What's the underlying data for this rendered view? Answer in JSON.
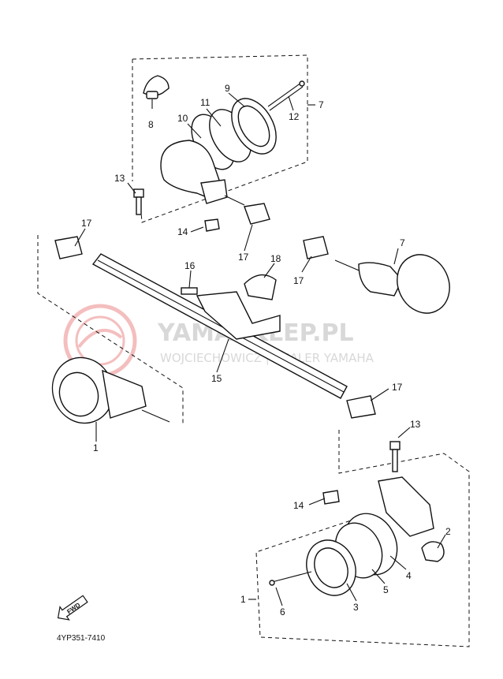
{
  "watermark": {
    "brand": "YAMASKLEP.PL",
    "dealer": "WOJCIECHOWICZ | DEALER YAMAHA",
    "logo_color": "#e04848",
    "text_color": "#d8d8d8"
  },
  "diagram_code": "4YP351-7410",
  "direction_label": "FWD",
  "callouts": {
    "c1_top": "1",
    "c1_bottom": "1",
    "c2": "2",
    "c3": "3",
    "c4": "4",
    "c5": "5",
    "c6": "6",
    "c7_top": "7",
    "c7_right": "7",
    "c8": "8",
    "c9": "9",
    "c10": "10",
    "c11": "11",
    "c12": "12",
    "c13_top": "13",
    "c13_bottom": "13",
    "c14_top": "14",
    "c14_bottom": "14",
    "c15": "15",
    "c16": "16",
    "c17_a": "17",
    "c17_b": "17",
    "c17_c": "17",
    "c17_d": "17",
    "c18": "18"
  }
}
